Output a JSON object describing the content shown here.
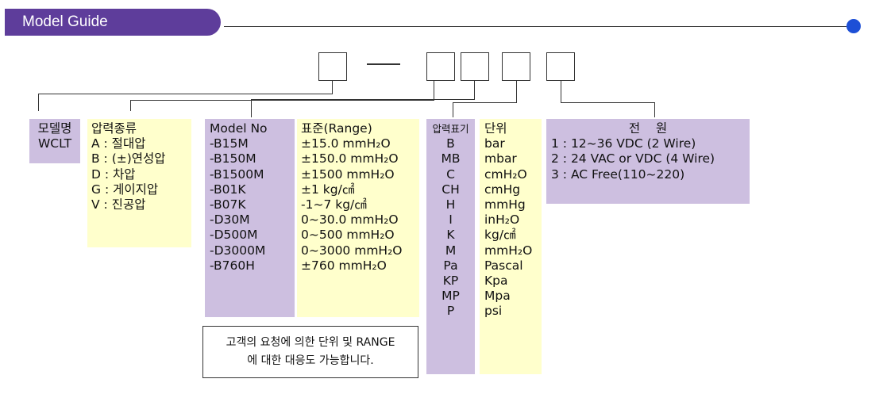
{
  "header": {
    "title": "Model Guide"
  },
  "model": {
    "header": "모델명",
    "value": "WCLT"
  },
  "pressure_type": {
    "header": "압력종류",
    "items": [
      "A : 절대압",
      "B : (±)연성압",
      "D : 차압",
      "G : 게이지압",
      "V : 진공압"
    ]
  },
  "model_no": {
    "header": "Model No",
    "items": [
      "-B15M",
      "-B150M",
      "-B1500M",
      "-B01K",
      "-B07K",
      "-D30M",
      "-D500M",
      "-D3000M",
      "-B760H"
    ]
  },
  "range": {
    "header": "표준(Range)",
    "items": [
      "±15.0 mmH₂O",
      "±150.0 mmH₂O",
      "±1500 mmH₂O",
      "±1 kg/㎠",
      "-1~7 kg/㎠",
      "0~30.0 mmH₂O",
      "0~500 mmH₂O",
      "0~3000 mmH₂O",
      "±760 mmH₂O"
    ]
  },
  "pressure_code": {
    "header": "압력표기",
    "items": [
      "B",
      "MB",
      "C",
      "CH",
      "H",
      "I",
      "K",
      "M",
      "Pa",
      "KP",
      "MP",
      "P"
    ]
  },
  "unit": {
    "header": "단위",
    "items": [
      "bar",
      "mbar",
      "cmH₂O",
      "cmHg",
      "mmHg",
      "inH₂O",
      "kg/㎠",
      "mmH₂O",
      "Pascal",
      "Kpa",
      "Mpa",
      "psi"
    ]
  },
  "power": {
    "header": "전    원",
    "items": [
      "1 : 12~36 VDC (2 Wire)",
      "2 : 24 VAC or VDC (4 Wire)",
      "3 : AC Free(110~220)"
    ]
  },
  "note": {
    "line1": "고객의 요청에 의한 단위 및 RANGE",
    "line2": "에 대한 대응도 가능합니다."
  },
  "colors": {
    "banner": "#5e3d9b",
    "purple": "#cdbfe0",
    "yellow": "#ffffcc",
    "dot": "#1d4fd6"
  }
}
